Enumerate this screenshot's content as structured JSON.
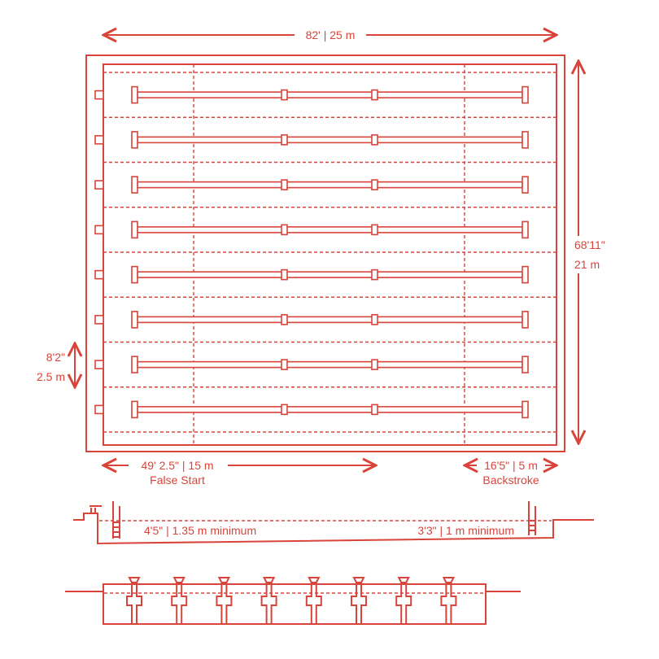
{
  "colors": {
    "stroke": "#d9443a"
  },
  "plan": {
    "width_label": "82' | 25 m",
    "length_label": [
      "68'11\"",
      "21 m"
    ],
    "lane_label": [
      "8'2\"",
      "2.5 m"
    ],
    "false_start_dim": "49' 2.5\" | 15 m",
    "false_start_label": "False Start",
    "backstroke_dim": "16'5\" | 5 m",
    "backstroke_label": "Backstroke",
    "lanes": 8
  },
  "section": {
    "deep_label": "4'5\" | 1.35 m minimum",
    "shallow_label": "3'3\" | 1 m minimum"
  },
  "elevation": {
    "blocks": 8
  }
}
